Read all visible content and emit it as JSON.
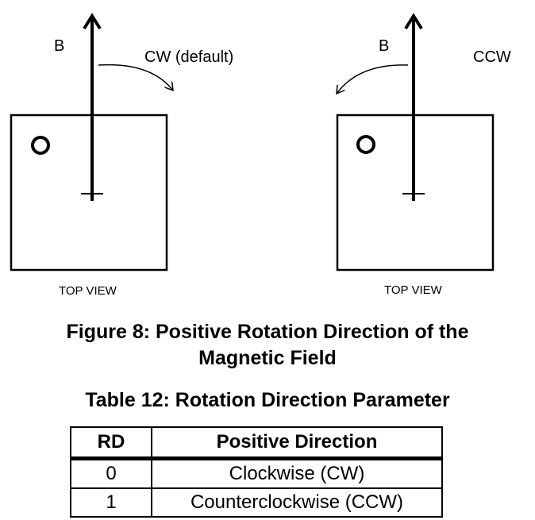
{
  "left_panel": {
    "field_label": "B",
    "direction_label": "CW (default)",
    "view_label": "TOP VIEW"
  },
  "right_panel": {
    "field_label": "B",
    "direction_label": "CCW",
    "view_label": "TOP VIEW"
  },
  "figure_caption": {
    "line1": "Figure 8: Positive Rotation Direction of the",
    "line2": "Magnetic Field"
  },
  "table": {
    "caption": "Table 12: Rotation Direction Parameter",
    "headers": [
      "RD",
      "Positive Direction"
    ],
    "rows": [
      [
        "0",
        "Clockwise (CW)"
      ],
      [
        "1",
        "Counterclockwise (CCW)"
      ]
    ]
  }
}
